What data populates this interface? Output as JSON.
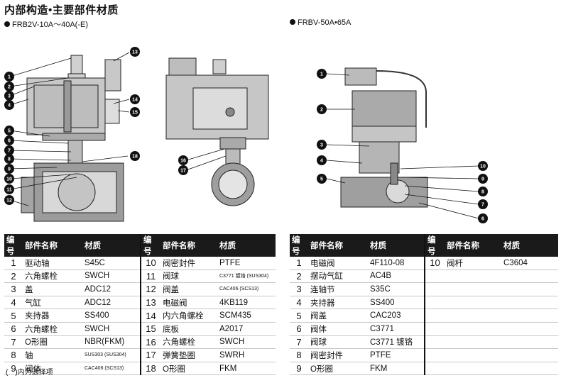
{
  "title": "内部构造•主要部件材质",
  "left_model": "FRB2V-10A～40A(-E)",
  "right_model": "FRBV-50A•65A",
  "table_headers": {
    "no": "编号",
    "name": "部件名称",
    "material": "材质"
  },
  "left_parts": [
    {
      "no": "1",
      "name": "驱动轴",
      "material": "S45C"
    },
    {
      "no": "2",
      "name": "六角螺栓",
      "material": "SWCH"
    },
    {
      "no": "3",
      "name": "盖",
      "material": "ADC12"
    },
    {
      "no": "4",
      "name": "气缸",
      "material": "ADC12"
    },
    {
      "no": "5",
      "name": "夹持器",
      "material": "SS400"
    },
    {
      "no": "6",
      "name": "六角螺栓",
      "material": "SWCH"
    },
    {
      "no": "7",
      "name": "O形圈",
      "material": "NBR(FKM)"
    },
    {
      "no": "8",
      "name": "轴",
      "material": "SUS303 (SUS304)"
    },
    {
      "no": "9",
      "name": "阀体",
      "material": "CAC406 (SCS13)"
    },
    {
      "no": "10",
      "name": "阀密封件",
      "material": "PTFE"
    },
    {
      "no": "11",
      "name": "阀球",
      "material": "C3771 镀铬 (SUS304)"
    },
    {
      "no": "12",
      "name": "阀盖",
      "material": "CAC406 (SCS13)"
    },
    {
      "no": "13",
      "name": "电磁阀",
      "material": "4KB119"
    },
    {
      "no": "14",
      "name": "内六角螺栓",
      "material": "SCM435"
    },
    {
      "no": "15",
      "name": "底板",
      "material": "A2017"
    },
    {
      "no": "16",
      "name": "六角螺栓",
      "material": "SWCH"
    },
    {
      "no": "17",
      "name": "弹簧垫圈",
      "material": "SWRH"
    },
    {
      "no": "18",
      "name": "O形圈",
      "material": "FKM"
    }
  ],
  "right_parts": [
    {
      "no": "1",
      "name": "电磁阀",
      "material": "4F110-08"
    },
    {
      "no": "2",
      "name": "摆动气缸",
      "material": "AC4B"
    },
    {
      "no": "3",
      "name": "连轴节",
      "material": "S35C"
    },
    {
      "no": "4",
      "name": "夹持器",
      "material": "SS400"
    },
    {
      "no": "5",
      "name": "阀盖",
      "material": "CAC203"
    },
    {
      "no": "6",
      "name": "阀体",
      "material": "C3771"
    },
    {
      "no": "7",
      "name": "阀球",
      "material": "C3771 镀铬"
    },
    {
      "no": "8",
      "name": "阀密封件",
      "material": "PTFE"
    },
    {
      "no": "9",
      "name": "O形圈",
      "material": "FKM"
    },
    {
      "no": "10",
      "name": "阀杆",
      "material": "C3604"
    }
  ],
  "note": "(　)内为选择项",
  "callouts_fig1": [
    "13",
    "1",
    "2",
    "3",
    "4",
    "14",
    "15",
    "5",
    "6",
    "7",
    "8",
    "18",
    "9",
    "10",
    "11",
    "12"
  ],
  "callouts_fig2": [
    "16",
    "17"
  ],
  "callouts_fig3": [
    "1",
    "2",
    "3",
    "4",
    "5",
    "10",
    "9",
    "8",
    "7",
    "6"
  ]
}
